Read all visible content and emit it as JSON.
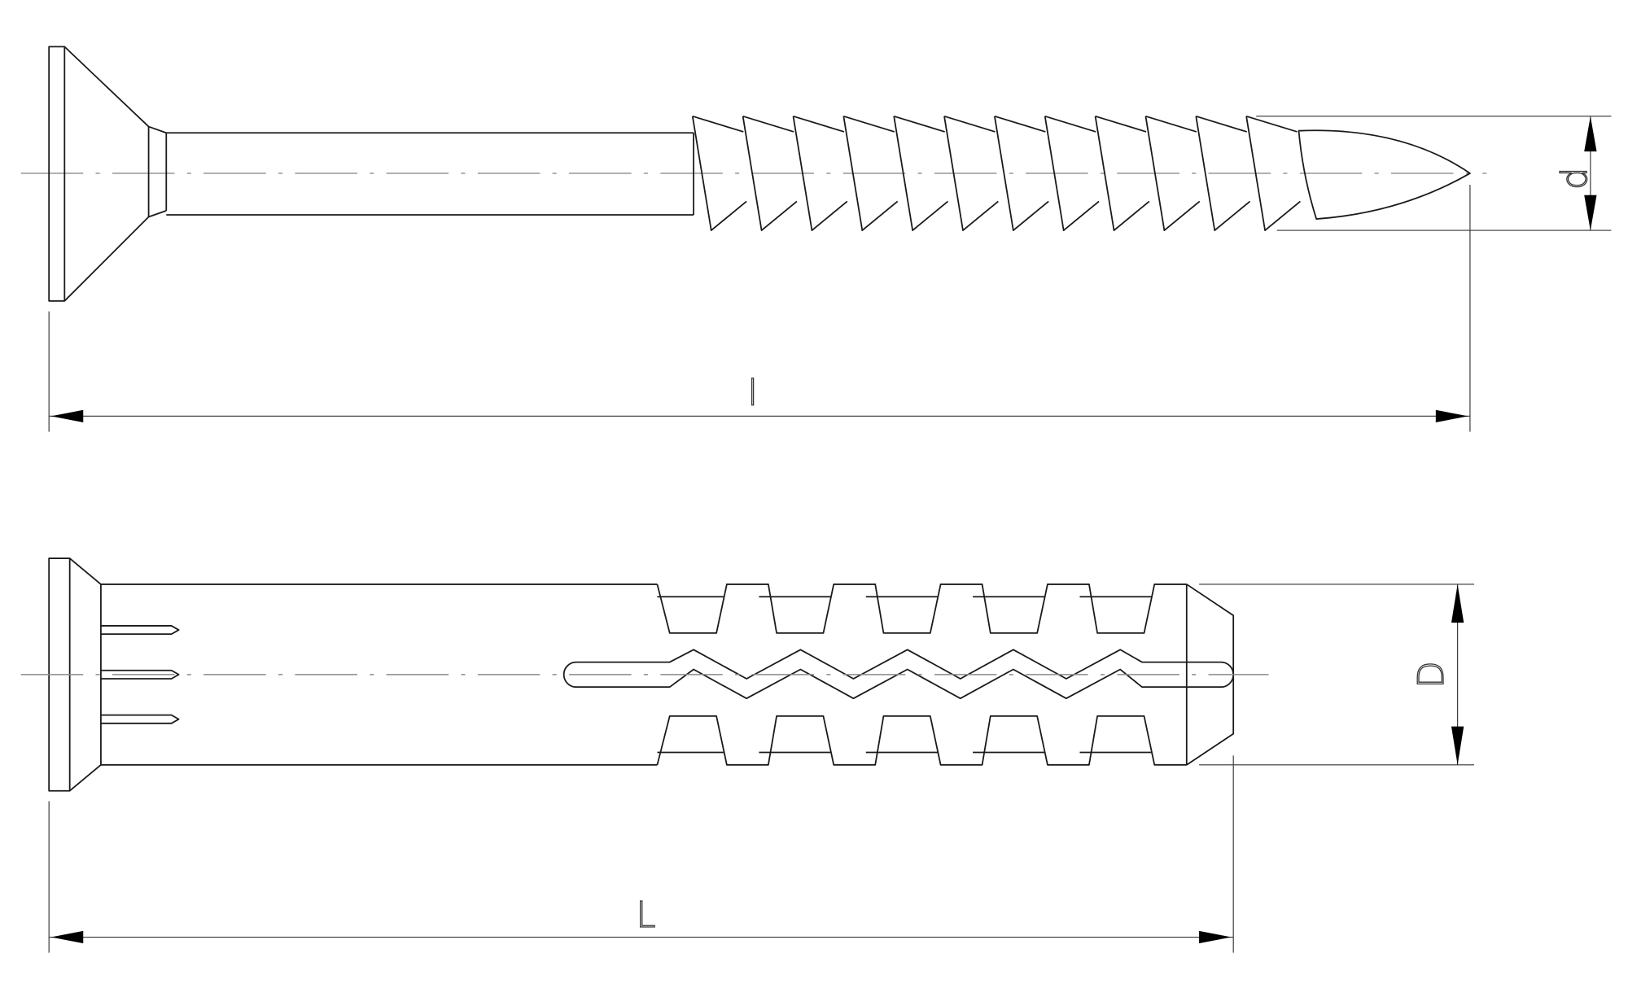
{
  "drawing": {
    "screw": {
      "length_label": "l",
      "diameter_label": "d",
      "thread_count": 12
    },
    "dowel": {
      "length_label": "L",
      "diameter_label": "D",
      "rib_count": 5,
      "pin_count": 3
    },
    "line_color": "#1a1a1a",
    "centerline_color": "#8a8a8a"
  }
}
